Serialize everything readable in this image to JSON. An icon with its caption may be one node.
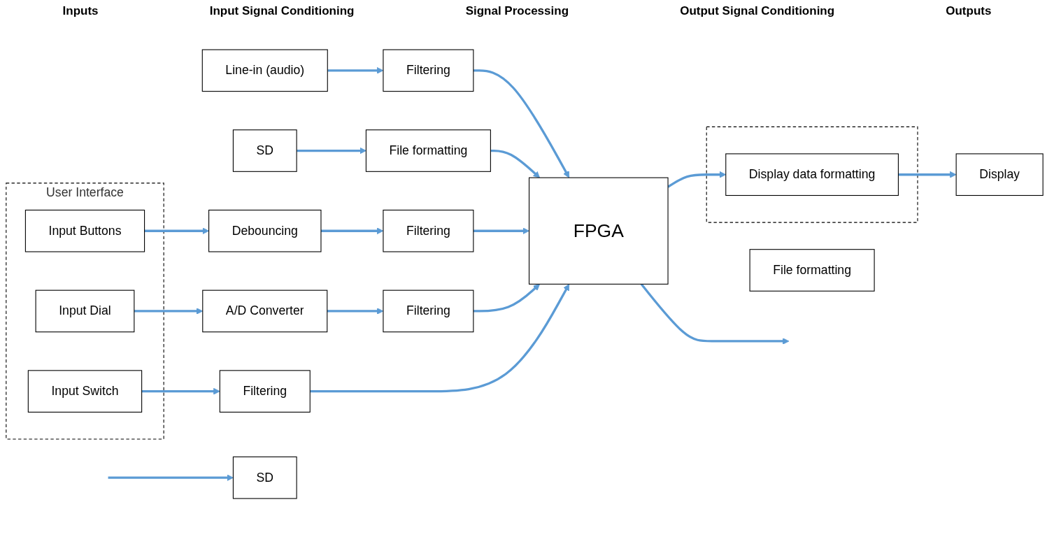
{
  "diagram": {
    "nodes": [
      {
        "text": [
          "Line-in (audio)"
        ]
      },
      {
        "text": [
          "Filtering"
        ]
      },
      {
        "text": [
          "SD"
        ]
      },
      {
        "text": [
          "File formatting"
        ]
      },
      {
        "text": [
          "User Interface"
        ]
      },
      {
        "text": [
          "Input Buttons"
        ],
        "in": 4
      },
      {
        "text": [
          "Debouncing"
        ]
      },
      {
        "text": [
          "Filtering"
        ]
      },
      {
        "text": [
          "Input Dial"
        ],
        "in": 4
      },
      {
        "text": [
          "A/D Converter"
        ]
      },
      {
        "text": [
          "Filtering"
        ]
      },
      {
        "text": [
          "Input Switch"
        ],
        "in": 4
      },
      {
        "text": [
          "Filtering"
        ]
      },
      {
        "text": [
          "FPGA"
        ]
      },
      {
        "text": [
          "File formatting"
        ]
      },
      {
        "text": [
          "SD"
        ]
      },
      {
        "text": [],
        "shape": "box"
      },
      {
        "text": [
          "Display data formatting"
        ],
        "in": 16
      },
      {
        "text": [
          "Display"
        ]
      }
    ],
    "edges": [
      {
        "from": 0,
        "to": 1,
        "arrow": "to"
      },
      {
        "from": 1,
        "to": 13,
        "arrow": "to"
      },
      {
        "from": 2,
        "to": 3,
        "arrow": "to"
      },
      {
        "from": 3,
        "to": 13,
        "arrow": "to"
      },
      {
        "from": 5,
        "to": 6,
        "arrow": "to"
      },
      {
        "from": 6,
        "to": 7,
        "arrow": "to"
      },
      {
        "from": 7,
        "to": 13,
        "arrow": "to"
      },
      {
        "from": 8,
        "to": 9,
        "arrow": "to"
      },
      {
        "from": 9,
        "to": 10,
        "arrow": "to"
      },
      {
        "from": 10,
        "to": 13,
        "arrow": "to"
      },
      {
        "from": 11,
        "to": 12,
        "arrow": "to"
      },
      {
        "from": 12,
        "to": 13,
        "arrow": "to"
      },
      {
        "from": 13,
        "to": null,
        "arrow": "to"
      },
      {
        "from": null,
        "to": 15,
        "arrow": "to"
      },
      {
        "from": 13,
        "to": 17,
        "arrow": "to"
      },
      {
        "from": 17,
        "to": 18,
        "arrow": "to"
      }
    ],
    "labels": [
      "Inputs",
      "Input Signal Conditioning",
      "Signal Processing",
      "Output Signal Conditioning",
      "Outputs"
    ]
  }
}
